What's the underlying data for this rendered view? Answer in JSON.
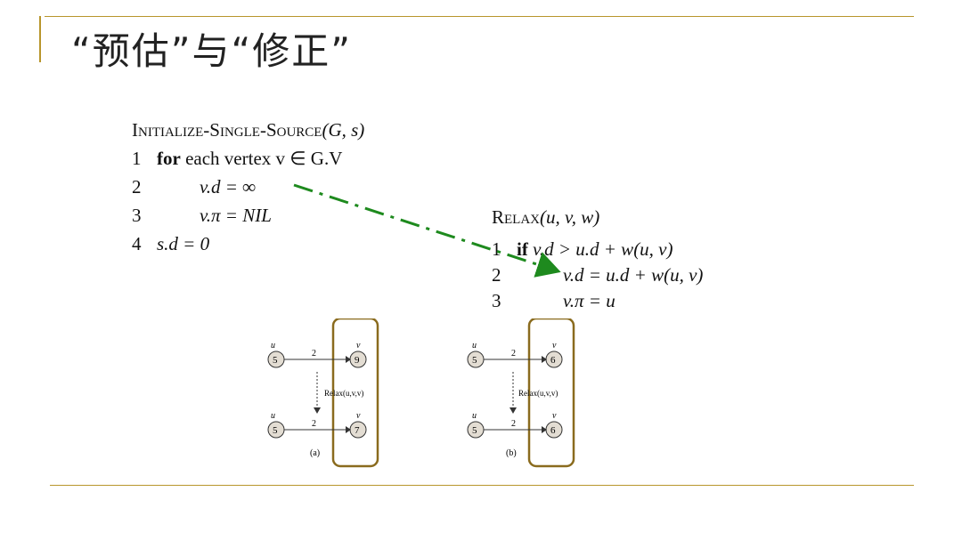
{
  "slide": {
    "title": "“预估”与“修正”",
    "accent_color": "#b8962c",
    "arrow_color": "#1e8a1e"
  },
  "init": {
    "header_name": "Initialize-Single-Source",
    "header_args": "(G, s)",
    "lines": [
      {
        "num": "1",
        "keyword": "for",
        "text": "each vertex v ∈ G.V"
      },
      {
        "num": "2",
        "text": "v.d = ∞"
      },
      {
        "num": "3",
        "text": "v.π = NIL"
      },
      {
        "num": "4",
        "text": "s.d = 0"
      }
    ]
  },
  "relax": {
    "header_name": "Relax",
    "header_args": "(u, v, w)",
    "lines": [
      {
        "num": "1",
        "keyword": "if",
        "text": "v.d > u.d + w(u, v)"
      },
      {
        "num": "2",
        "text": "v.d = u.d + w(u, v)"
      },
      {
        "num": "3",
        "text": "v.π = u"
      }
    ]
  },
  "diagrams": [
    {
      "caption": "(a)",
      "u_label": "u",
      "v_label": "v",
      "top": {
        "u": "5",
        "v": "9",
        "w": "2"
      },
      "bottom": {
        "u": "5",
        "v": "7",
        "w": "2"
      },
      "relax_label": "Relax(u,v,v)"
    },
    {
      "caption": "(b)",
      "u_label": "u",
      "v_label": "v",
      "top": {
        "u": "5",
        "v": "6",
        "w": "2"
      },
      "bottom": {
        "u": "5",
        "v": "6",
        "w": "2"
      },
      "relax_label": "Relax(u,v,v)"
    }
  ]
}
